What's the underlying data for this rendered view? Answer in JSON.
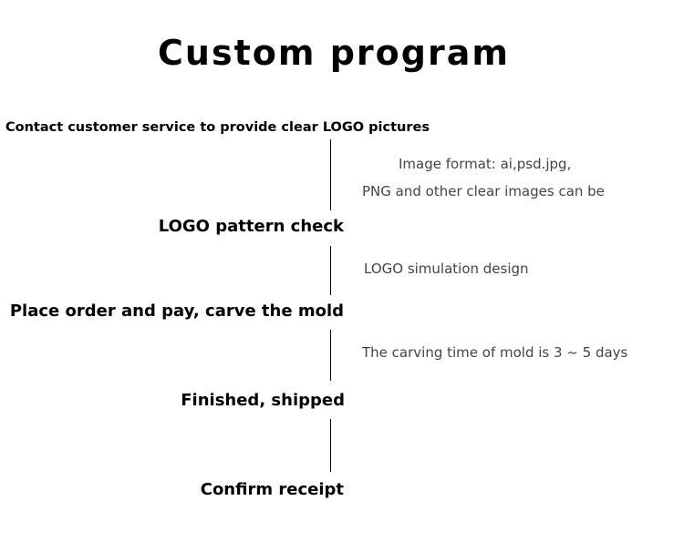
{
  "title": "Custom program",
  "steps": [
    "Contact customer service to provide clear LOGO pictures",
    "LOGO pattern check",
    "Place order and pay, carve the mold",
    "Finished, shipped",
    "Confirm receipt"
  ],
  "notes": {
    "image_format_line1": "Image format: ai,psd.jpg,",
    "image_format_line2": "PNG and other clear images can be",
    "simulation": "LOGO simulation design",
    "carving_time": "The carving time of mold is 3 ~ 5 days"
  }
}
